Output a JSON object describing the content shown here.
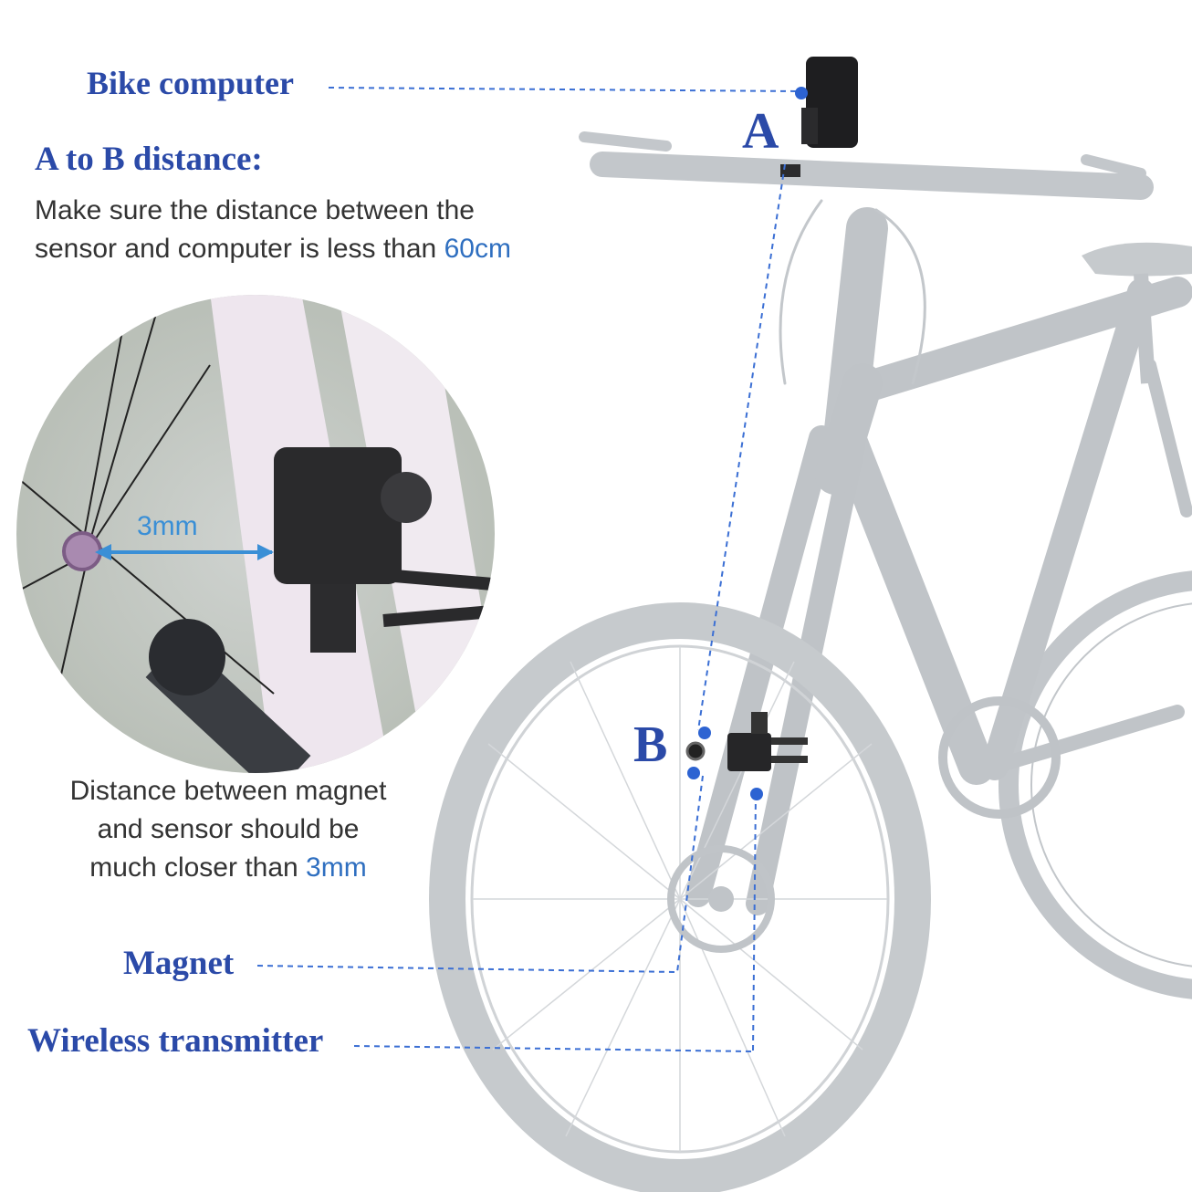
{
  "labels": {
    "bike_computer": "Bike computer",
    "ab_distance": "A to B distance:",
    "magnet": "Magnet",
    "wireless_transmitter": "Wireless transmitter"
  },
  "ab_description": {
    "line1": "Make sure the distance between the",
    "line2_prefix": "sensor and computer is less than ",
    "line2_value": "60cm"
  },
  "magnet_description": {
    "line1": "Distance between magnet",
    "line2": "and sensor should be",
    "line3_prefix": "much closer than ",
    "line3_value": "3mm"
  },
  "callout": {
    "point_a": "A",
    "point_b": "B",
    "gap_label": "3mm"
  },
  "colors": {
    "label_blue": "#2b4aa8",
    "accent_blue": "#2f6fc0",
    "bike_gray": "#c4c8cc",
    "dashed_line": "#3b6fd4"
  }
}
